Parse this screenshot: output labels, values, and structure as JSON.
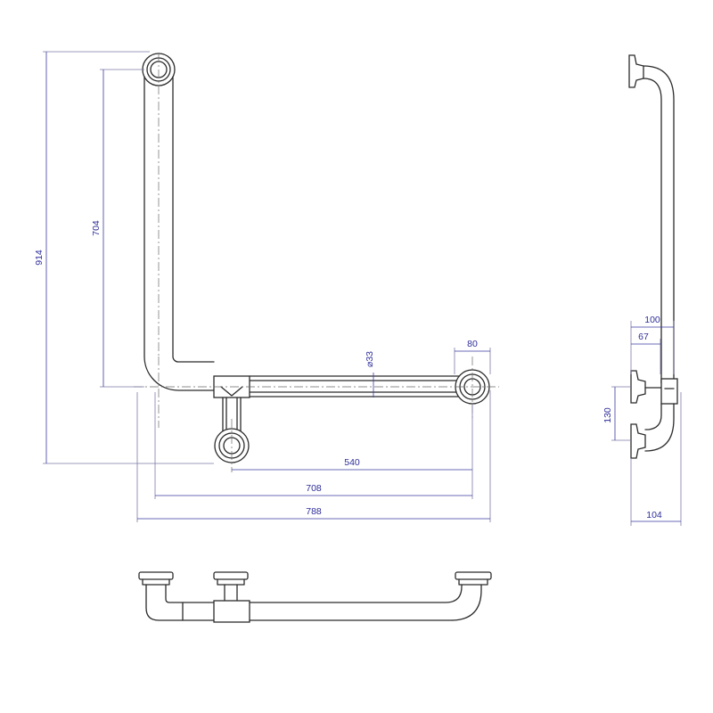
{
  "dimensions": {
    "height_total": "914",
    "height_inner": "704",
    "width_540": "540",
    "width_708": "708",
    "width_788": "788",
    "flange_80": "80",
    "tube_diameter": "⌀33",
    "side_100": "100",
    "side_67": "67",
    "side_130": "130",
    "side_104": "104"
  },
  "colors": {
    "line": "#2b2b2b",
    "dimension": "#2d2d9a",
    "background": "#ffffff"
  }
}
